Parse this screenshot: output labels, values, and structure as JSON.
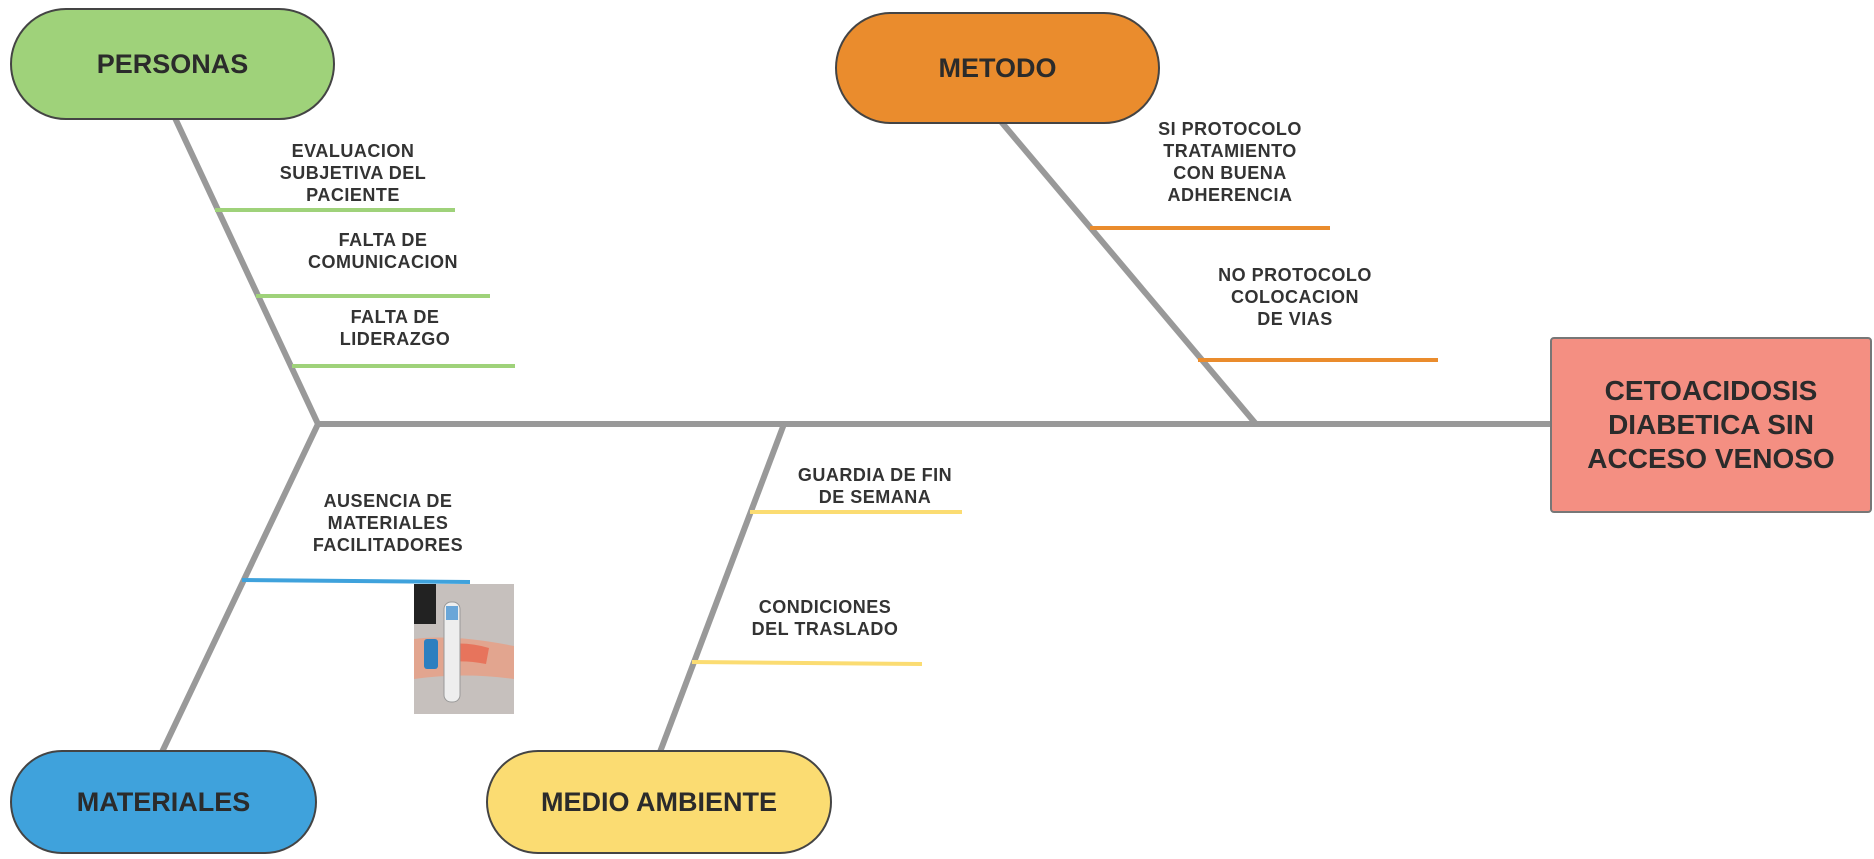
{
  "effect": {
    "label": "CETOACIDOSIS\nDIABETICA SIN\nACCESO VENOSO"
  },
  "categories": {
    "personas": {
      "label": "PERSONAS",
      "color": "#9fd27a"
    },
    "metodo": {
      "label": "METODO",
      "color": "#ea8c2d"
    },
    "materiales": {
      "label": "MATERIALES",
      "color": "#3fa2dc"
    },
    "medio_ambiente": {
      "label": "MEDIO AMBIENTE",
      "color": "#fbdc72"
    }
  },
  "causes": {
    "personas": [
      "EVALUACION\nSUBJETIVA DEL\nPACIENTE",
      "FALTA DE\nCOMUNICACION",
      "FALTA DE\nLIDERAZGO"
    ],
    "metodo": [
      "SI PROTOCOLO\nTRATAMIENTO\nCON BUENA\nADHERENCIA",
      "NO PROTOCOLO\nCOLOCACION\nDE VIAS"
    ],
    "materiales": [
      "AUSENCIA DE\nMATERIALES\nFACILITADORES"
    ],
    "medio_ambiente": [
      "GUARDIA DE FIN\nDE SEMANA",
      "CONDICIONES\nDEL TRASLADO"
    ]
  },
  "colors": {
    "spine": "#999999",
    "effect_fill": "#f48f82",
    "effect_border": "#777777"
  },
  "photo_icon": "vein-finder-photo"
}
